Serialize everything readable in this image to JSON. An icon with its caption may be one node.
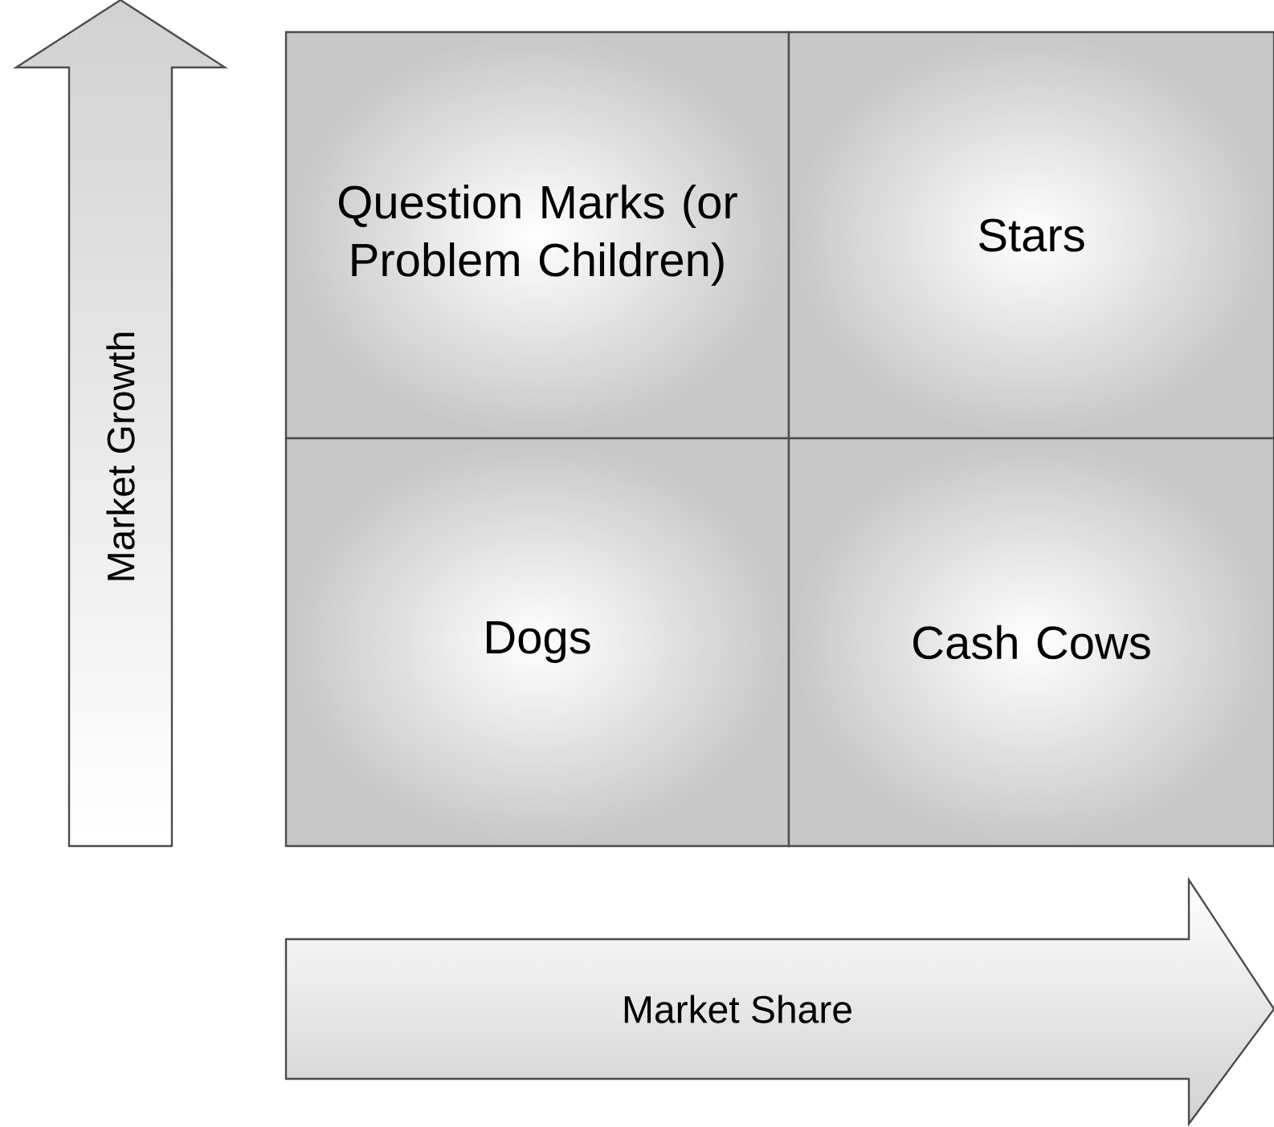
{
  "diagram": {
    "nodes": [
      {
        "text": [
          "Market Growth"
        ]
      },
      {
        "text": [
          "Question Marks (or Problem Children)"
        ]
      },
      {
        "text": [
          "Stars"
        ]
      },
      {
        "text": [
          "Dogs"
        ]
      },
      {
        "text": [
          "Cash Cows"
        ]
      },
      {
        "text": [
          "Market Share"
        ]
      }
    ]
  }
}
